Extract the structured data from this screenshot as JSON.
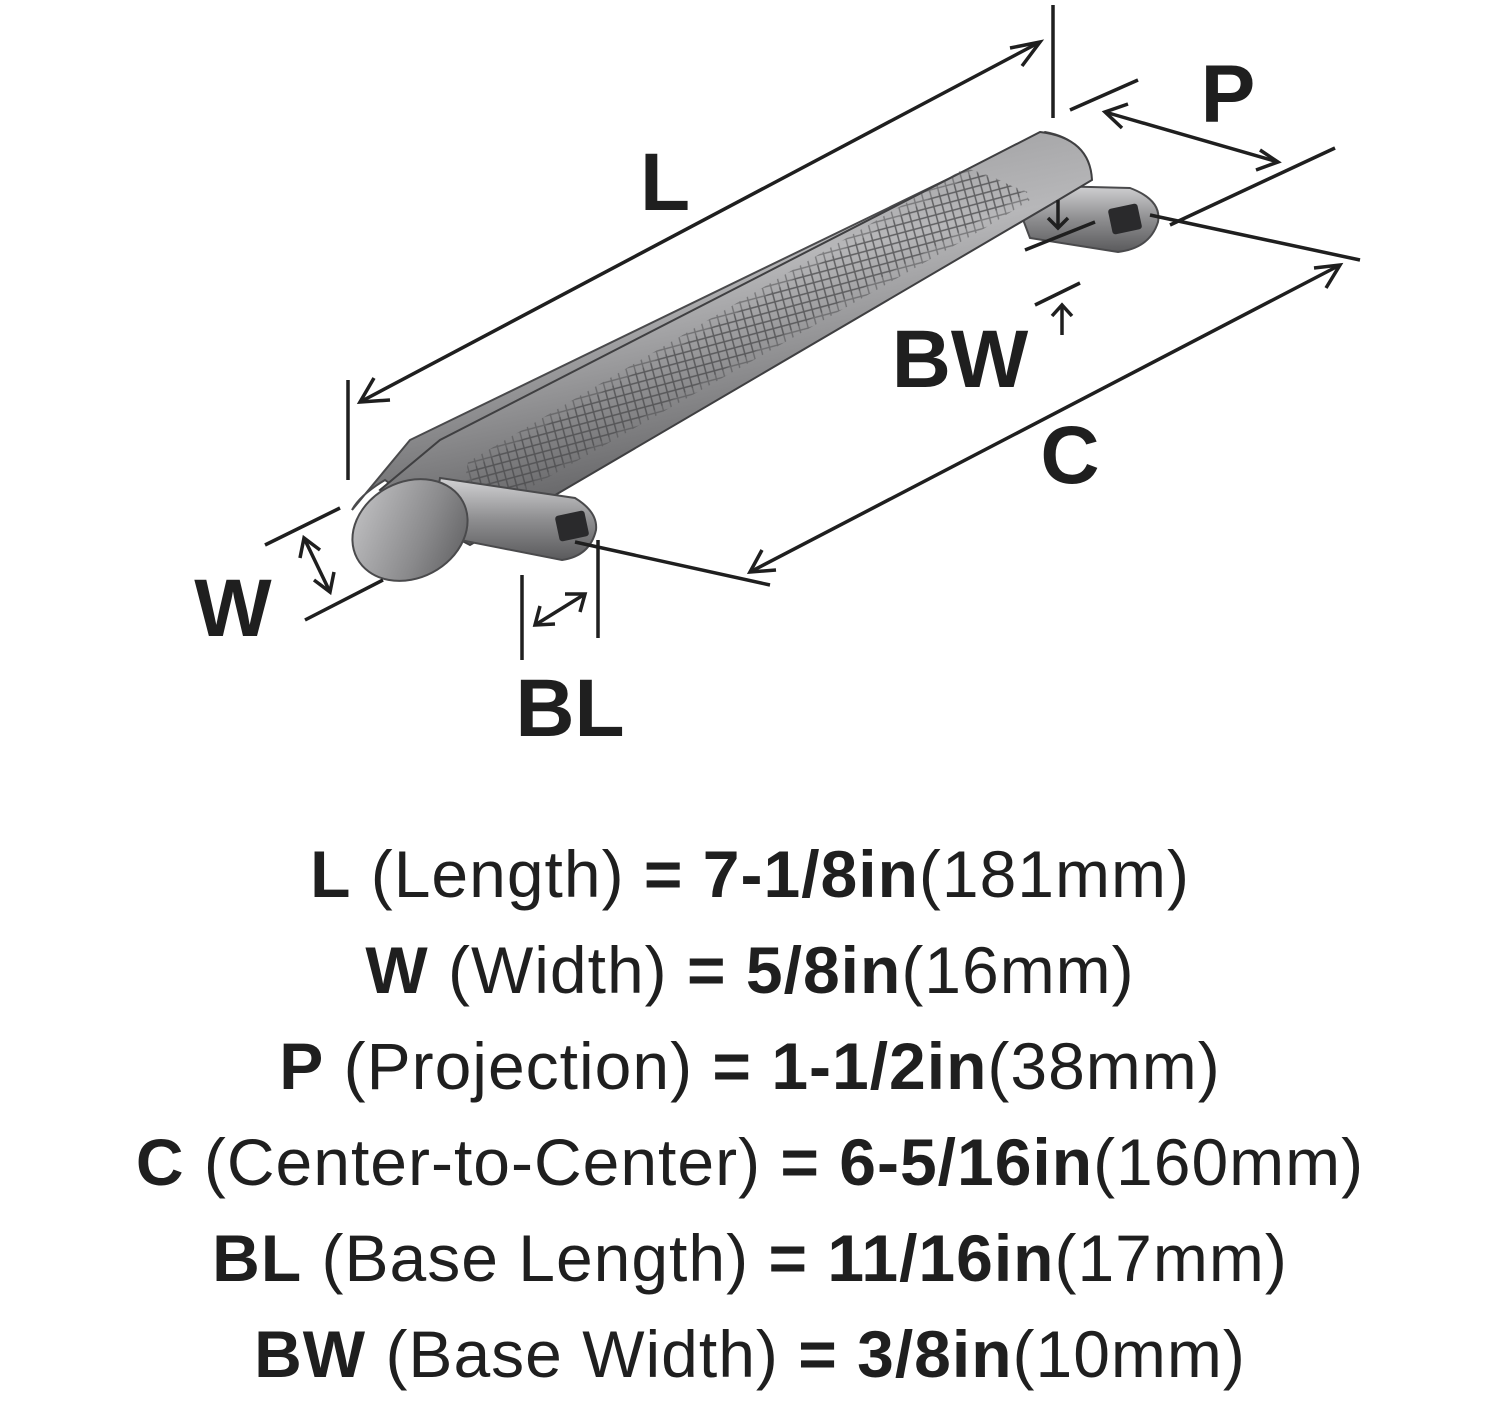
{
  "diagram": {
    "labels": {
      "length": "L",
      "projection": "P",
      "base_width": "BW",
      "center_to_center": "C",
      "width": "W",
      "base_length": "BL"
    },
    "colors": {
      "line": "#1f1f1f",
      "metal_dark": "#5e5e60",
      "metal_light": "#b9b9bb",
      "background": "#ffffff"
    }
  },
  "specs": [
    {
      "symbol": "L",
      "name": "(Length)",
      "equals": "=",
      "imperial": "7-1/8in",
      "metric": "(181mm)"
    },
    {
      "symbol": "W",
      "name": "(Width)",
      "equals": "=",
      "imperial": "5/8in",
      "metric": "(16mm)"
    },
    {
      "symbol": "P",
      "name": "(Projection)",
      "equals": "=",
      "imperial": "1-1/2in",
      "metric": "(38mm)"
    },
    {
      "symbol": "C",
      "name": "(Center-to-Center)",
      "equals": "=",
      "imperial": "6-5/16in",
      "metric": "(160mm)"
    },
    {
      "symbol": "BL",
      "name": "(Base Length)",
      "equals": "=",
      "imperial": "11/16in",
      "metric": "(17mm)"
    },
    {
      "symbol": "BW",
      "name": "(Base Width)",
      "equals": "=",
      "imperial": "3/8in",
      "metric": "(10mm)"
    }
  ]
}
